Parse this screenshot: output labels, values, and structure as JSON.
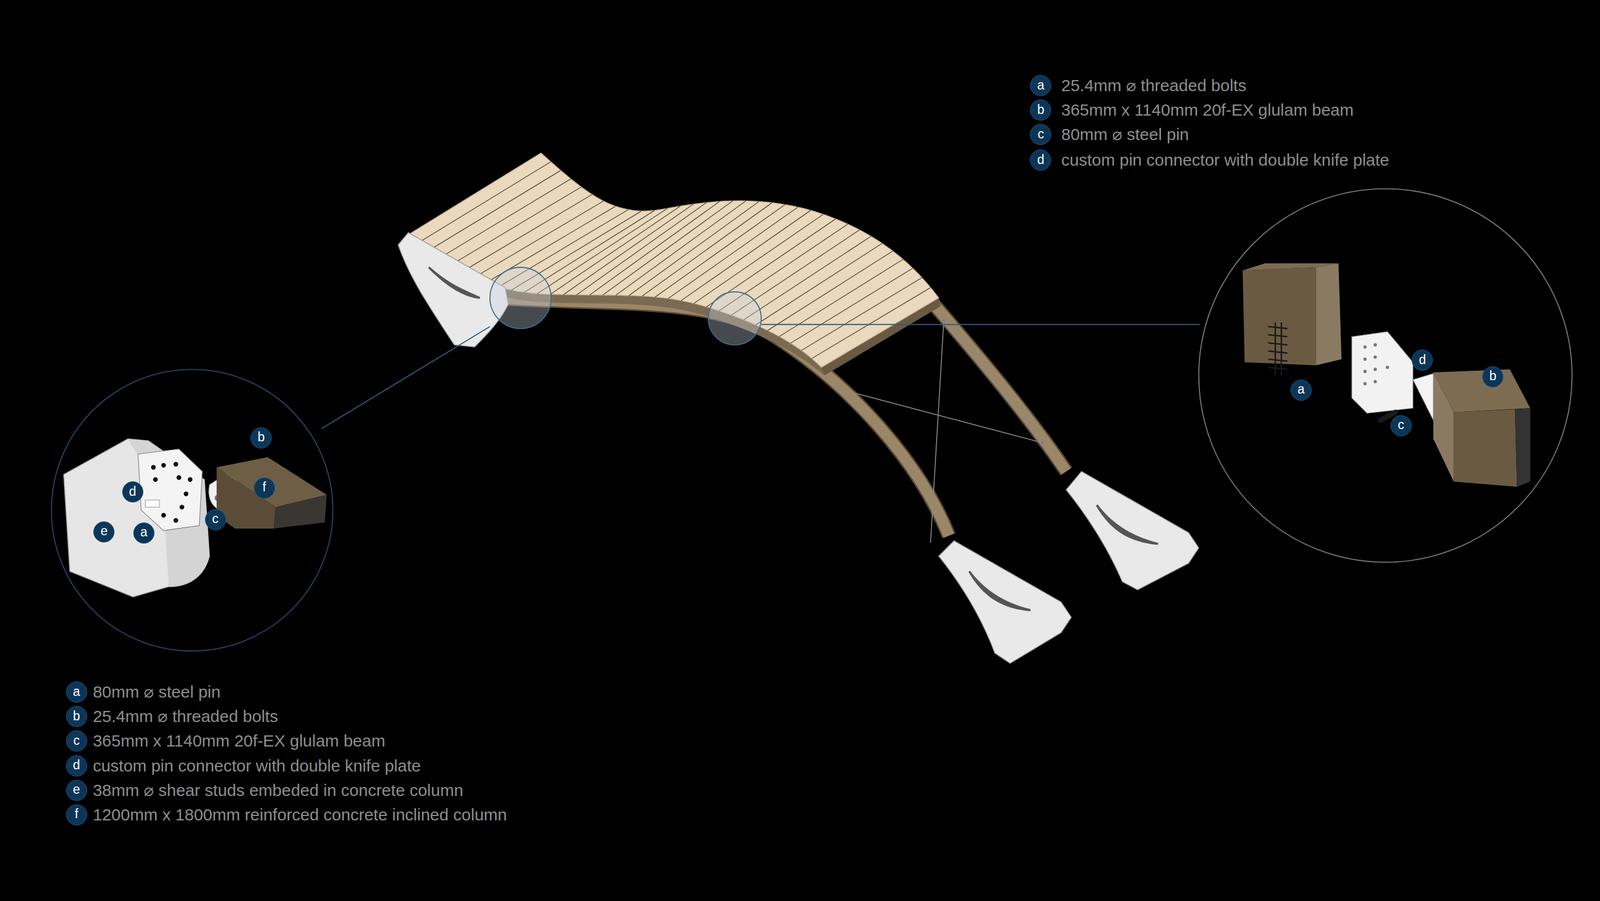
{
  "diagram": {
    "nodes": [
      {
        "text": [
          "a"
        ]
      },
      {
        "text": [
          "b"
        ]
      },
      {
        "text": [
          "c"
        ]
      },
      {
        "text": [
          "d"
        ]
      },
      {
        "text": [
          "d"
        ]
      },
      {
        "text": [
          "b"
        ]
      },
      {
        "text": [
          "a"
        ]
      },
      {
        "text": [
          "c"
        ]
      },
      {
        "text": [
          "b"
        ]
      },
      {
        "text": [
          "f"
        ]
      },
      {
        "text": [
          "d"
        ]
      },
      {
        "text": [
          "c"
        ]
      },
      {
        "text": [
          "e"
        ]
      },
      {
        "text": [
          "a"
        ]
      },
      {
        "text": [
          "a"
        ]
      },
      {
        "text": [
          "b"
        ]
      },
      {
        "text": [
          "c"
        ]
      },
      {
        "text": [
          "d"
        ]
      },
      {
        "text": [
          "e"
        ]
      },
      {
        "text": [
          "f"
        ]
      }
    ],
    "labels": [
      "25.4mm ⌀ threaded bolts",
      "365mm x 1140mm 20f-EX glulam beam",
      "80mm ⌀ steel pin",
      "custom pin connector with double knife plate",
      "80mm ⌀ steel pin",
      "25.4mm ⌀ threaded bolts",
      "365mm x 1140mm 20f-EX glulam beam",
      "custom pin connector with double knife plate",
      "38mm ⌀ shear studs embeded in concrete column",
      "1200mm x 1800mm reinforced concrete inclined column"
    ]
  }
}
